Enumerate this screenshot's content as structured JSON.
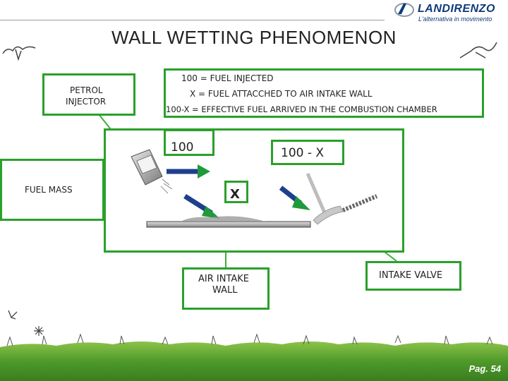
{
  "header": {
    "logo_name": "LANDIRENZO",
    "logo_tagline": "L'alternativa in movimento"
  },
  "title": "WALL WETTING PHENOMENON",
  "legend": {
    "line1": "100  =  FUEL INJECTED",
    "line2": "X  =  FUEL ATTACCHED TO AIR INTAKE WALL",
    "line3": "100-X = EFFECTIVE FUEL ARRIVED IN THE COMBUSTION  CHAMBER"
  },
  "labels": {
    "petrol_injector_line1": "PETROL",
    "petrol_injector_line2": "INJECTOR",
    "fuel_mass": "FUEL  MASS",
    "air_intake_line1": "AIR INTAKE",
    "air_intake_line2": "WALL",
    "intake_valve": "INTAKE VALVE",
    "value_100": "100",
    "value_100_minus_x": "100 - X",
    "value_x": "X"
  },
  "footer": {
    "page": "Pag. 54"
  },
  "colors": {
    "box_border": "#2aa02a",
    "arrow_blue": "#1e3f8c",
    "arrow_green_top": "#1f9a3a",
    "grass": "#4f9a2a",
    "connector": "#39b039"
  },
  "icons": [
    "landirenzo-logo-icon",
    "injector-icon",
    "intake-valve-icon",
    "intake-wall-icon",
    "doodle-icon"
  ]
}
